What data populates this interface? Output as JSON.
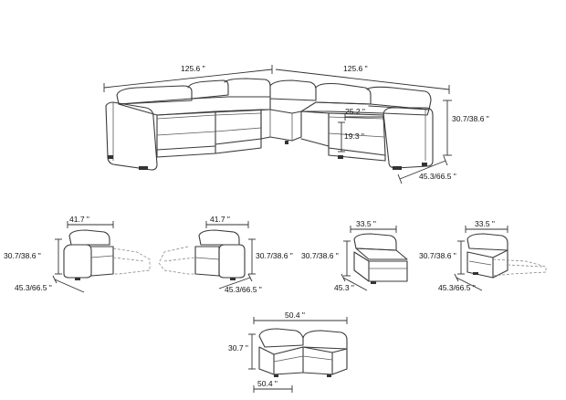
{
  "sectional": {
    "width_left": "125.6 \"",
    "width_right": "125.6 \"",
    "height": "30.7/38.6 \"",
    "depth": "45.3/66.5 \"",
    "seat_depth": "25.2 \"",
    "seat_height": "19.3 \""
  },
  "recliner_left_arm": {
    "width": "41.7 \"",
    "height": "30.7/38.6 \"",
    "depth": "45.3/66.5 \""
  },
  "recliner_right_arm": {
    "width": "41.7 \"",
    "height": "30.7/38.6 \"",
    "depth": "45.3/66.5 \""
  },
  "armless_chair": {
    "width": "33.5 \"",
    "height": "30.7/38.6 \"",
    "depth": "45.3 \""
  },
  "armless_recliner": {
    "width": "33.5 \"",
    "height": "30.7/38.6 \"",
    "depth": "45.3/66.5 \""
  },
  "corner": {
    "width": "50.4 \"",
    "height": "30.7 \"",
    "depth": "50.4 \""
  }
}
